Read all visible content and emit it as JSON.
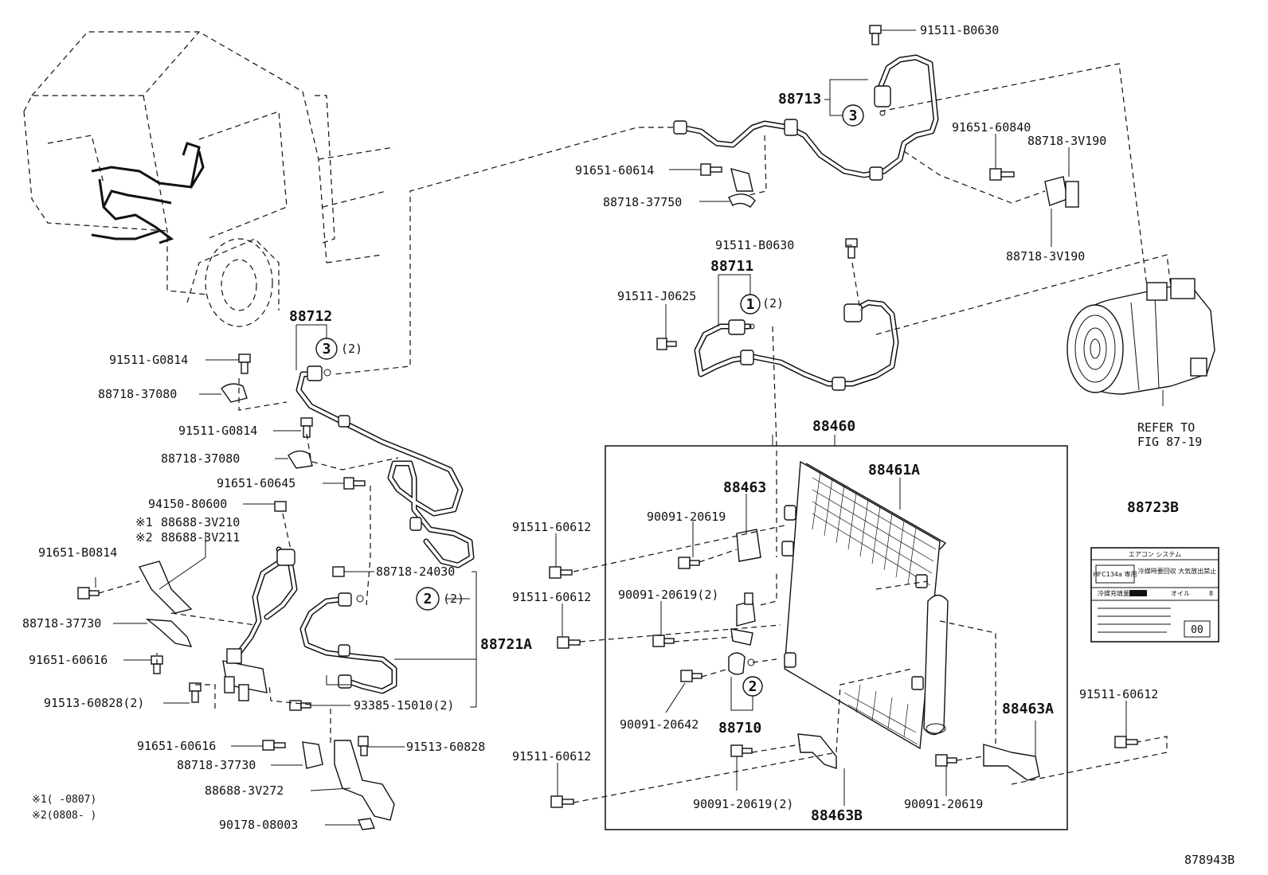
{
  "diagram_id": "878943B",
  "labels": {
    "p91511_B0630_top": "91511-B0630",
    "p88713": "88713",
    "p91651_60840": "91651-60840",
    "p88718_3V190_a": "88718-3V190",
    "p88718_3V190_b": "88718-3V190",
    "p91651_60614": "91651-60614",
    "p88718_37750": "88718-37750",
    "p91511_B0630_mid": "91511-B0630",
    "p88711": "88711",
    "p91511_J0625": "91511-J0625",
    "p88712": "88712",
    "p91511_G0814_a": "91511-G0814",
    "p88718_37080_a": "88718-37080",
    "p91511_G0814_b": "91511-G0814",
    "p88718_37080_b": "88718-37080",
    "p91651_60645": "91651-60645",
    "p94150_80600": "94150-80600",
    "p88688_3V210": "88688-3V210",
    "p88688_3V211": "88688-3V211",
    "p91651_B0814": "91651-B0814",
    "p88718_24030": "88718-24030",
    "p88721A": "88721A",
    "p88718_37730_a": "88718-37730",
    "p91651_60616_a": "91651-60616",
    "p91513_60828_2": "91513-60828(2)",
    "p93385_15010": "93385-15010(2)",
    "p91651_60616_b": "91651-60616",
    "p88718_37730_b": "88718-37730",
    "p91513_60828": "91513-60828",
    "p88688_3V272": "88688-3V272",
    "p90178_08003": "90178-08003",
    "p88460": "88460",
    "p88461A": "88461A",
    "p88463": "88463",
    "p90091_20619_a": "90091-20619",
    "p90091_20619_2a": "90091-20619(2)",
    "p90091_20642": "90091-20642",
    "p88710": "88710",
    "p90091_20619_2b": "90091-20619(2)",
    "p88463B": "88463B",
    "p90091_20619_b": "90091-20619",
    "p88463A": "88463A",
    "p91511_60612_a": "91511-60612",
    "p91511_60612_b": "91511-60612",
    "p91511_60612_c": "91511-60612",
    "p91511_60612_d": "91511-60612",
    "p88723B": "88723B",
    "refer_to": "REFER TO",
    "refer_fig": "FIG 87-19",
    "q2_a": "(2)",
    "q2_b": "(2)",
    "q2_c": "(2)",
    "mark1": "※1",
    "mark2": "※2",
    "note1": "※1(     -0807)",
    "note2": "※2(0808-     )"
  },
  "callouts": {
    "c3_top": "3",
    "c3_left": "3",
    "c1": "1",
    "c2_left": "2",
    "c2_mid": "2"
  },
  "sticker": {
    "title": "エアコン システム",
    "r1a": "HFC134a 専用",
    "r1b": "冷媒時要回収 大気放出禁止",
    "r2a": "冷媒充填量",
    "r2b": "オイル",
    "r2c": "8",
    "r3": "00"
  }
}
